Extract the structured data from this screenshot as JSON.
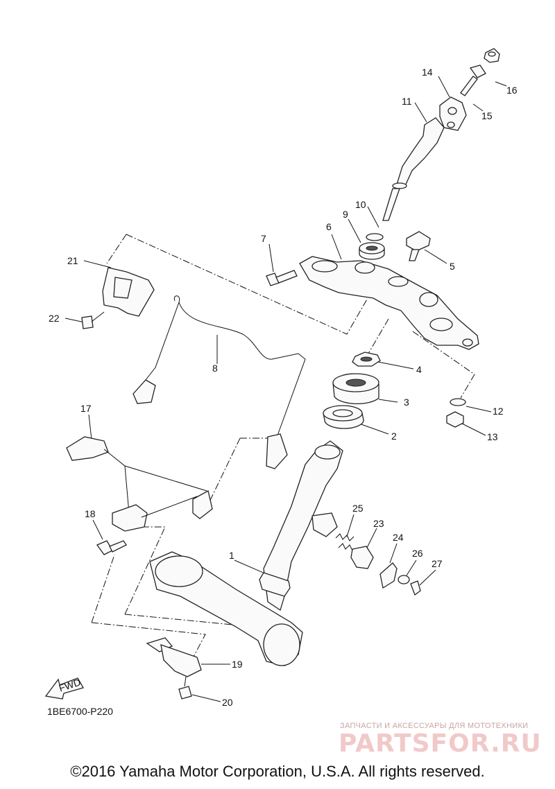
{
  "diagram": {
    "parts": [
      {
        "no": "1"
      },
      {
        "no": "2"
      },
      {
        "no": "3"
      },
      {
        "no": "4"
      },
      {
        "no": "5"
      },
      {
        "no": "6"
      },
      {
        "no": "7"
      },
      {
        "no": "8"
      },
      {
        "no": "9"
      },
      {
        "no": "10"
      },
      {
        "no": "11"
      },
      {
        "no": "12"
      },
      {
        "no": "13"
      },
      {
        "no": "14"
      },
      {
        "no": "15"
      },
      {
        "no": "16"
      },
      {
        "no": "17"
      },
      {
        "no": "18"
      },
      {
        "no": "19"
      },
      {
        "no": "20"
      },
      {
        "no": "21"
      },
      {
        "no": "22"
      },
      {
        "no": "23"
      },
      {
        "no": "24"
      },
      {
        "no": "25"
      },
      {
        "no": "26"
      },
      {
        "no": "27"
      }
    ],
    "fwd_label": "FWD",
    "diagram_code": "1BE6700-P220"
  },
  "watermark": {
    "caption": "ЗАПЧАСТИ И АКСЕССУАРЫ ДЛЯ МОТОТЕХНИКИ",
    "brand": "PARTSFOR.RU"
  },
  "copyright": "©2016 Yamaha Motor Corporation, U.S.A. All rights reserved."
}
